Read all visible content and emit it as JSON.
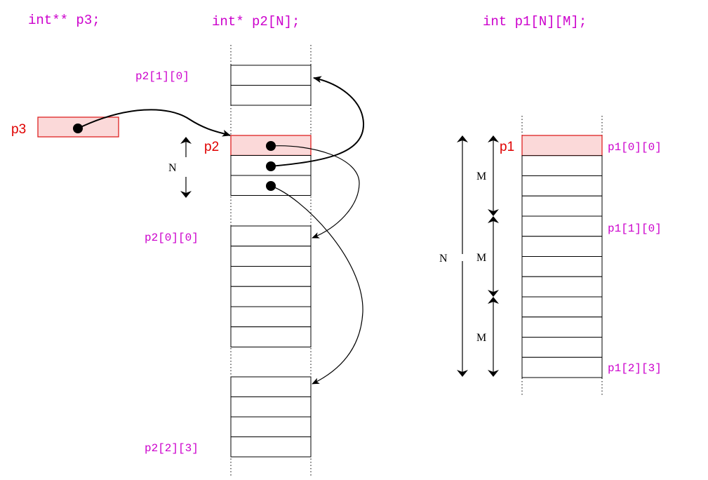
{
  "colors": {
    "magenta": "#cc00cc",
    "red": "#e00000",
    "highlight_fill": "#fbd9d9",
    "highlight_stroke": "#dd2222",
    "ink": "#000000"
  },
  "declarations": {
    "p3": "int** p3;",
    "p2": "int* p2[N];",
    "p1": "int p1[N][M];"
  },
  "pointer_labels": {
    "p3": "p3",
    "p2": "p2",
    "p1": "p1"
  },
  "element_labels": {
    "p2_1_0": "p2[1][0]",
    "p2_0_0": "p2[0][0]",
    "p2_2_3": "p2[2][3]",
    "p1_0_0": "p1[0][0]",
    "p1_1_0": "p1[1][0]",
    "p1_2_3": "p1[2][3]"
  },
  "dimension_labels": {
    "p2_N": "N",
    "p1_N": "N",
    "p1_M_0": "M",
    "p1_M_1": "M",
    "p1_M_2": "M"
  }
}
